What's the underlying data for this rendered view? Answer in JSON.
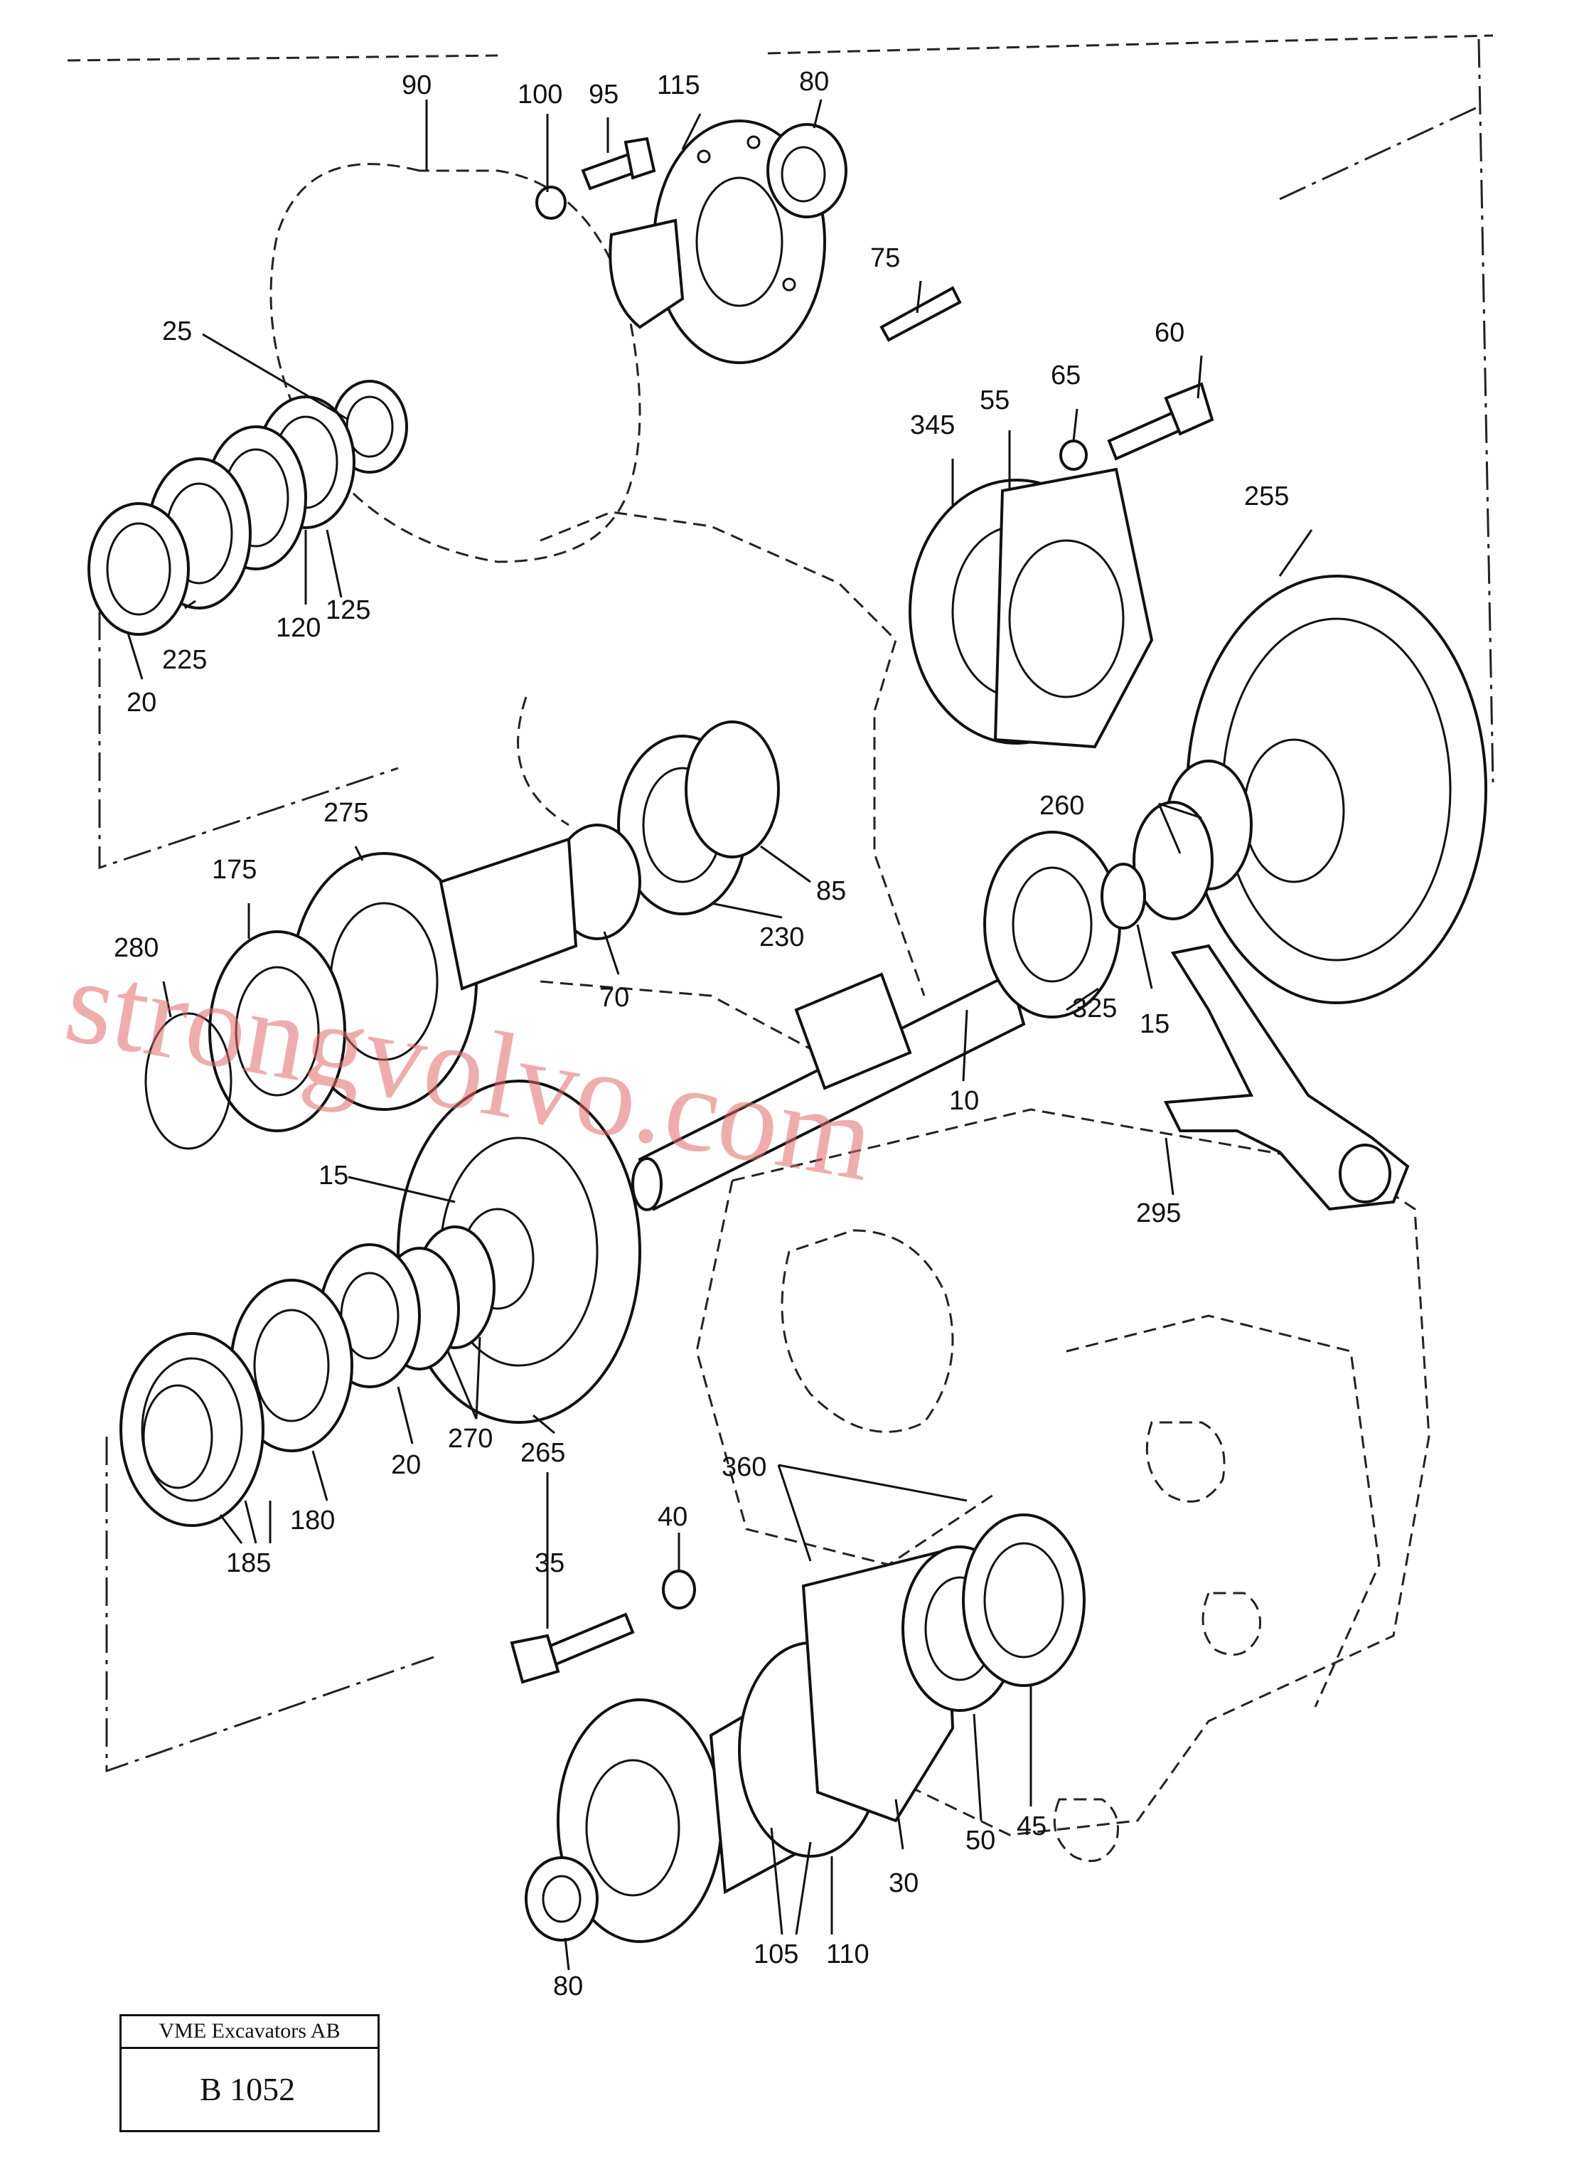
{
  "labels": {
    "p90": "90",
    "p100": "100",
    "p95": "95",
    "p115": "115",
    "p80_top": "80",
    "p75": "75",
    "p60": "60",
    "p65": "65",
    "p55": "55",
    "p345": "345",
    "p25": "25",
    "p255": "255",
    "p120": "120",
    "p125": "125",
    "p225": "225",
    "p20_top": "20",
    "p275": "275",
    "p260": "260",
    "p175": "175",
    "p85": "85",
    "p230": "230",
    "p280": "280",
    "p70": "70",
    "p15_right": "15",
    "p325": "325",
    "p10": "10",
    "p15_left": "15",
    "p295": "295",
    "p270": "270",
    "p265": "265",
    "p20_bottom": "20",
    "p180": "180",
    "p185": "185",
    "p360": "360",
    "p40": "40",
    "p35": "35",
    "p45": "45",
    "p50": "50",
    "p30": "30",
    "p105": "105",
    "p110": "110",
    "p80_bottom": "80"
  },
  "watermark": "strongvolvo.com",
  "titlebox": {
    "company": "VME Excavators AB",
    "code": "B 1052"
  }
}
